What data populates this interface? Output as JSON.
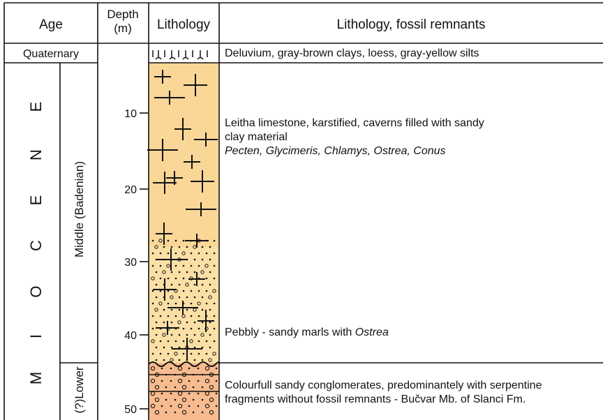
{
  "header": {
    "age": "Age",
    "depth_line1": "Depth",
    "depth_line2": "(m)",
    "lithology": "Lithology",
    "description": "Lithology, fossil remnants"
  },
  "quaternary": {
    "label": "Quaternary",
    "description": "Deluvium, gray-brown clays, loess, gray-yellow silts"
  },
  "epoch_letters": [
    "M",
    "I",
    "O",
    "C",
    "E",
    "N",
    "E"
  ],
  "stages": {
    "middle": "Middle (Badenian)",
    "lower": "(?)Lower"
  },
  "depth_ticks": [
    "10",
    "20",
    "30",
    "40",
    "50"
  ],
  "units": {
    "limestone": {
      "line1": "Leitha limestone, karstified, caverns filled with sandy",
      "line2": "clay  material",
      "fossils": "Pecten, Glycimeris, Chlamys, Ostrea, Conus"
    },
    "marls": {
      "text": "Pebbly - sandy marls with ",
      "fossil": "Ostrea"
    },
    "conglomerate": {
      "line1": "Colourfull sandy conglomerates, predominantely with serpentine",
      "line2": "fragments without fossil remnants - Bučvar Mb. of Slanci Fm."
    }
  },
  "colors": {
    "limestone_fill": "#fbd797",
    "marl_fill": "#fbe0a6",
    "conglomerate_fill": "#f7bb8f",
    "quaternary_fill": "#ffffff",
    "lines": "#111111"
  }
}
